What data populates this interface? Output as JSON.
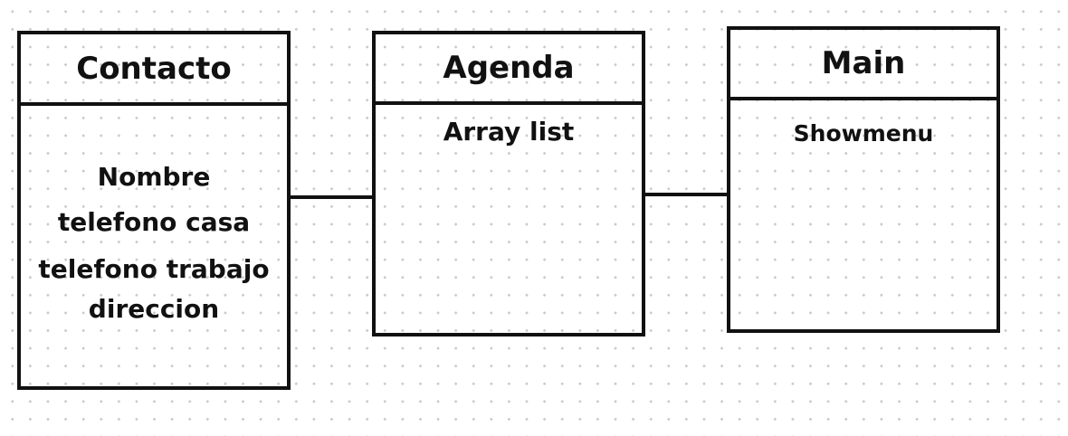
{
  "diagram": {
    "classes": [
      {
        "name": "Contacto",
        "attributes": [
          "Nombre",
          "telefono casa",
          "telefono trabajo",
          "direccion"
        ]
      },
      {
        "name": "Agenda",
        "attributes": [
          "Array list"
        ]
      },
      {
        "name": "Main",
        "attributes": [
          "Showmenu"
        ]
      }
    ],
    "connections": [
      {
        "from": "Contacto",
        "to": "Agenda"
      },
      {
        "from": "Agenda",
        "to": "Main"
      }
    ]
  }
}
